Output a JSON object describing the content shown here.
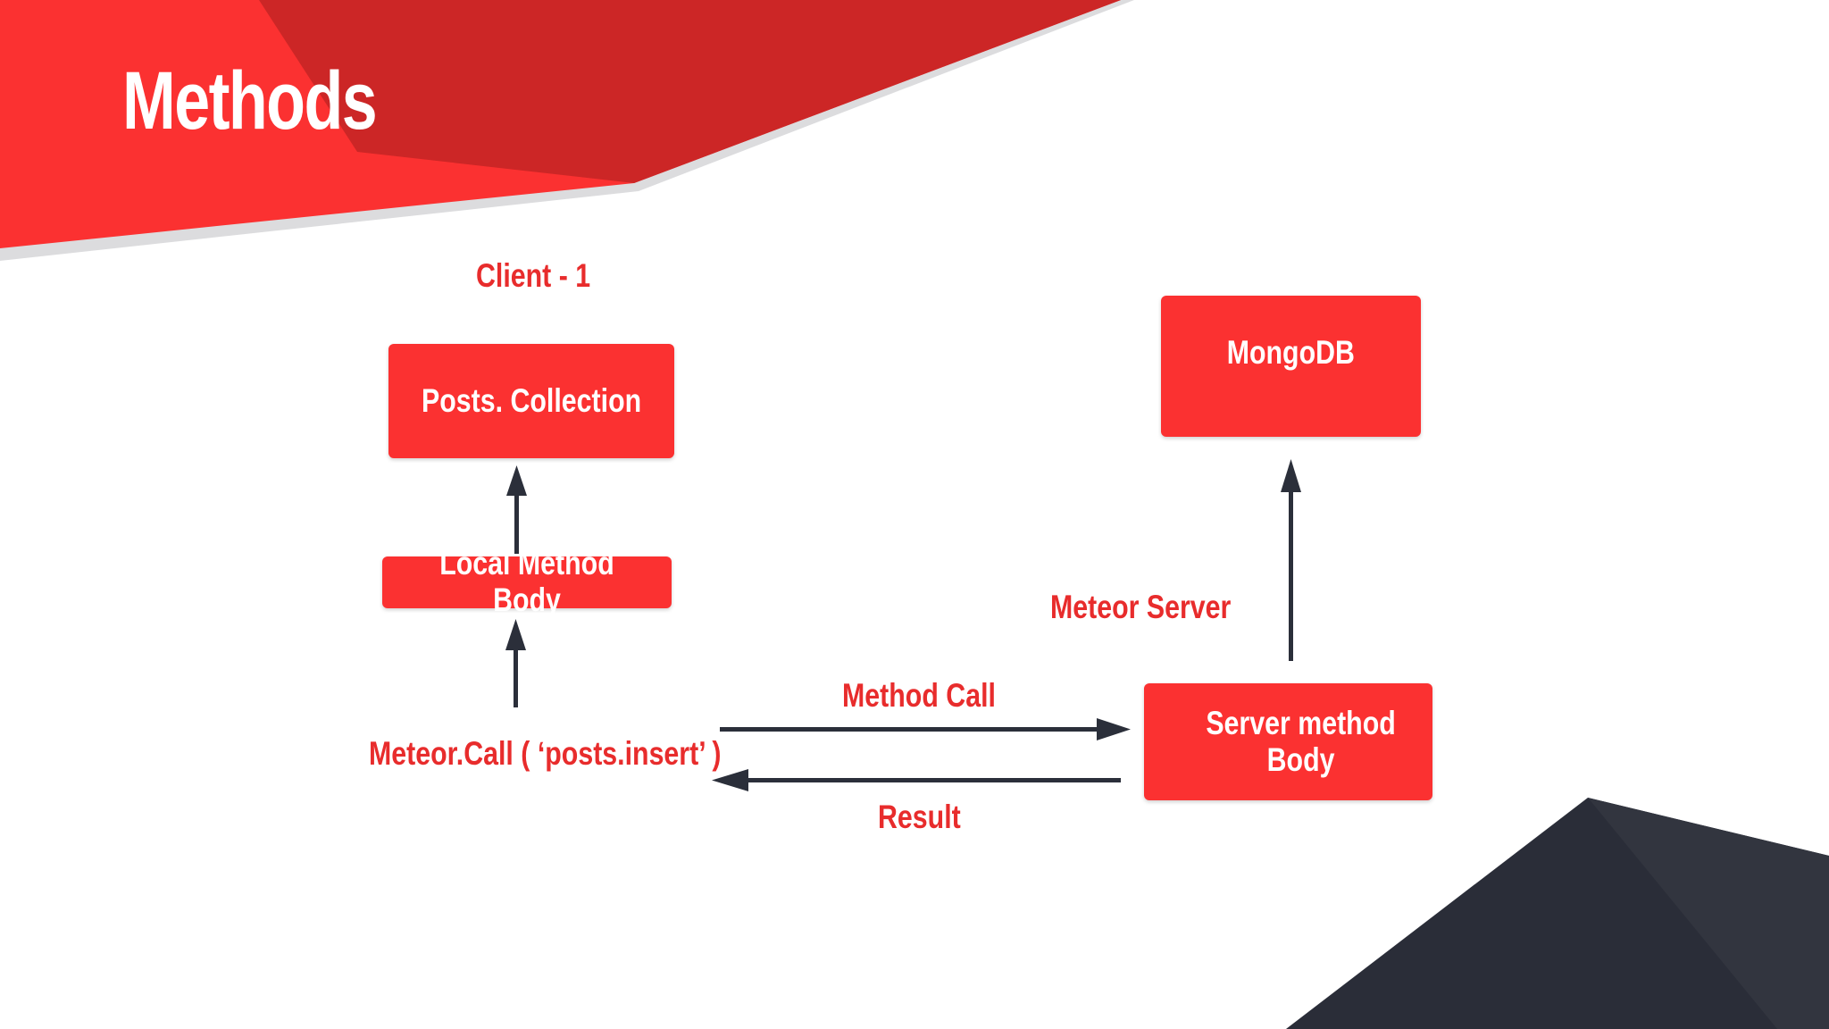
{
  "slide": {
    "title": "Methods",
    "colors": {
      "accent_red": "#fb3131",
      "dark_red": "#cc2626",
      "label_red": "#e82c2c",
      "dark_navy": "#2a2d38",
      "arrow": "#2b2f3a"
    }
  },
  "diagram": {
    "client_label": "Client - 1",
    "server_label": "Meteor Server",
    "boxes": {
      "posts_collection": "Posts. Collection",
      "local_method_body": "Local Method Body",
      "mongodb": "MongoDB",
      "server_method_body": "Server method\nBody"
    },
    "labels": {
      "meteor_call": "Meteor.Call ( ‘posts.insert’ )",
      "method_call": "Method Call",
      "result": "Result"
    }
  }
}
